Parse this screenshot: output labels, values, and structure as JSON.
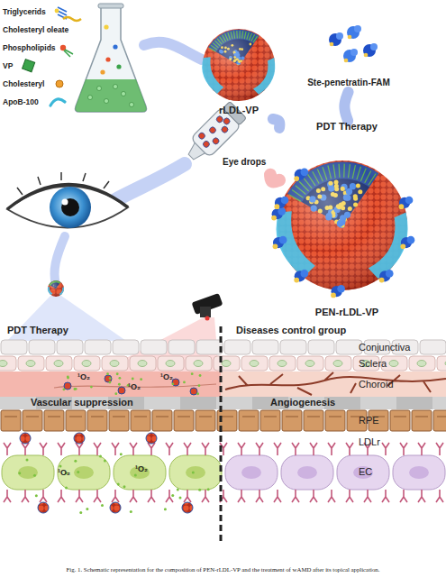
{
  "diagram": {
    "caption": "Fig. 1. Schematic representation for the composition of PEN-rLDL-VP and the treatment of wAMD after its topical application.",
    "nodes": [
      {
        "text": [
          "rLDL-VP"
        ]
      },
      {
        "text": [
          "Ste-penetratin-FAM"
        ]
      },
      {
        "text": [
          "PDT Therapy",
          "PEN-rLDL-VP"
        ]
      },
      {
        "text": [
          "Eye drops"
        ]
      },
      {
        "text": [
          "Conjunctiva"
        ]
      },
      {
        "text": [
          "Sclera"
        ]
      },
      {
        "text": [
          "Choroid"
        ]
      },
      {
        "text": [
          "RPE"
        ]
      },
      {
        "text": [
          "EC"
        ]
      }
    ],
    "edges": [
      {
        "from": 0,
        "to": 2,
        "arrow": "none"
      },
      {
        "from": 1,
        "to": 2,
        "arrow": "none"
      },
      {
        "from": 2,
        "to": 3,
        "arrow": "none"
      }
    ],
    "labels": [
      "PDT Therapy",
      "Diseases control group",
      "¹O₂",
      "¹O₂",
      "¹O₂",
      "Vascular suppression",
      "Angiogenesis",
      "LDLr",
      "¹O₂",
      "¹O₂"
    ],
    "legend": [
      {
        "text": "Triglycerids"
      },
      {
        "text": "Cholesteryl oleate"
      },
      {
        "text": "Phospholipids"
      },
      {
        "text": "VP"
      },
      {
        "text": "Cholesteryl"
      },
      {
        "text": "ApoB-100"
      }
    ]
  }
}
